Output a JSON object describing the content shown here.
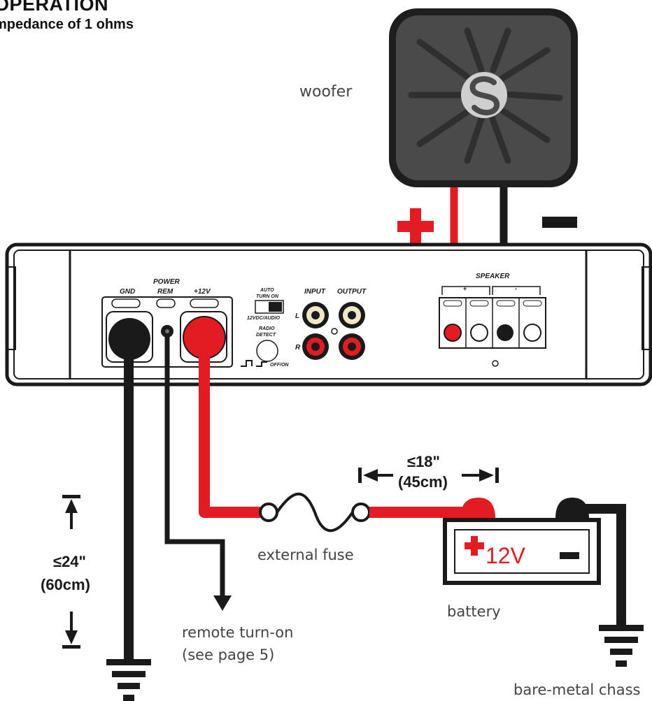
{
  "header": {
    "title": "OPERATION",
    "subtitle": "mpedance of 1 ohms"
  },
  "amp_panel": {
    "gnd": "GND",
    "power": "POWER",
    "rem": "REM",
    "plus12v": "+12V",
    "auto": "AUTO",
    "turn_on": "TURN ON",
    "dc_audio": "12VDC/AUDIO",
    "radio": "RADIO",
    "detect": "DETECT",
    "off_on": "OFF/ON",
    "input": "INPUT",
    "output": "OUTPUT",
    "ch_l": "L",
    "ch_r": "R",
    "speaker": "SPEAKER",
    "spk_plus": "+",
    "spk_minus": "-"
  },
  "labels": {
    "woofer": "woofer",
    "external_fuse": "external fuse",
    "battery": "battery",
    "battery_voltage": "12V",
    "remote_turn_on": "remote turn-on",
    "see_page": "(see page 5)",
    "chassis": "bare-metal chass",
    "dist_18_in": "≤18\"",
    "dist_18_cm": "(45cm)",
    "dist_24_in": "≤24\"",
    "dist_24_cm": "(60cm)"
  },
  "colors": {
    "positive_wire": "#e31b23",
    "negative_wire": "#1a1a1a",
    "woofer_body": "#4a4a4a",
    "woofer_frame": "#1e1e1e"
  },
  "icons": {
    "woofer_logo": "s-logo-icon",
    "plus_sign": "plus-icon",
    "minus_sign": "minus-icon",
    "ground": "ground-icon",
    "fuse": "fuse-icon"
  }
}
